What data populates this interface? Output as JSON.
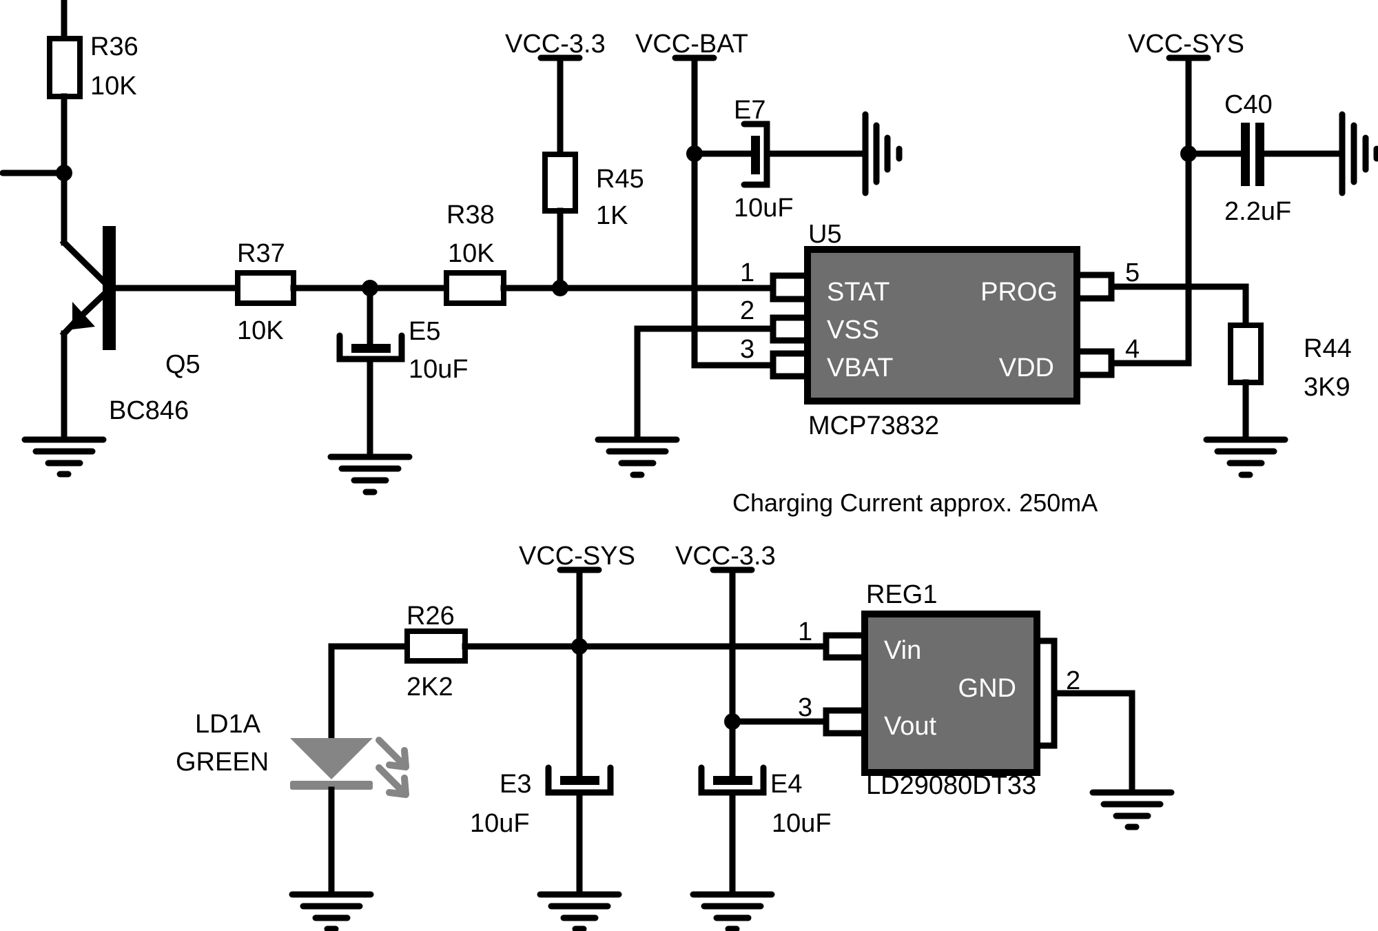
{
  "schematic": {
    "note": "Charging Current approx. 250mA",
    "nets": {
      "vcc33_top": "VCC-3.3",
      "vccbat_top": "VCC-BAT",
      "vccsys_top": "VCC-SYS",
      "vccsys_bottom": "VCC-SYS",
      "vcc33_bottom": "VCC-3.3"
    },
    "components": {
      "R36": {
        "ref": "R36",
        "value": "10K"
      },
      "R37": {
        "ref": "R37",
        "value": "10K"
      },
      "R38": {
        "ref": "R38",
        "value": "10K"
      },
      "R45": {
        "ref": "R45",
        "value": "1K"
      },
      "R44": {
        "ref": "R44",
        "value": "3K9"
      },
      "R26": {
        "ref": "R26",
        "value": "2K2"
      },
      "Q5": {
        "ref": "Q5",
        "value": "BC846"
      },
      "E5": {
        "ref": "E5",
        "value": "10uF"
      },
      "E7": {
        "ref": "E7",
        "value": "10uF"
      },
      "C40": {
        "ref": "C40",
        "value": "2.2uF"
      },
      "E3": {
        "ref": "E3",
        "value": "10uF"
      },
      "E4": {
        "ref": "E4",
        "value": "10uF"
      },
      "LD1A": {
        "ref": "LD1A",
        "value": "GREEN"
      },
      "U5": {
        "ref": "U5",
        "part": "MCP73832",
        "pins": [
          {
            "num": "1",
            "name": "STAT"
          },
          {
            "num": "2",
            "name": "VSS"
          },
          {
            "num": "3",
            "name": "VBAT"
          },
          {
            "num": "5",
            "name": "PROG"
          },
          {
            "num": "4",
            "name": "VDD"
          }
        ]
      },
      "REG1": {
        "ref": "REG1",
        "part": "LD29080DT33",
        "pins": [
          {
            "num": "1",
            "name": "Vin"
          },
          {
            "num": "3",
            "name": "Vout"
          },
          {
            "num": "2",
            "name": "GND"
          }
        ]
      }
    }
  },
  "colors": {
    "ic_fill": "#6e6e6e",
    "led": "#858585",
    "wire": "#000000"
  }
}
